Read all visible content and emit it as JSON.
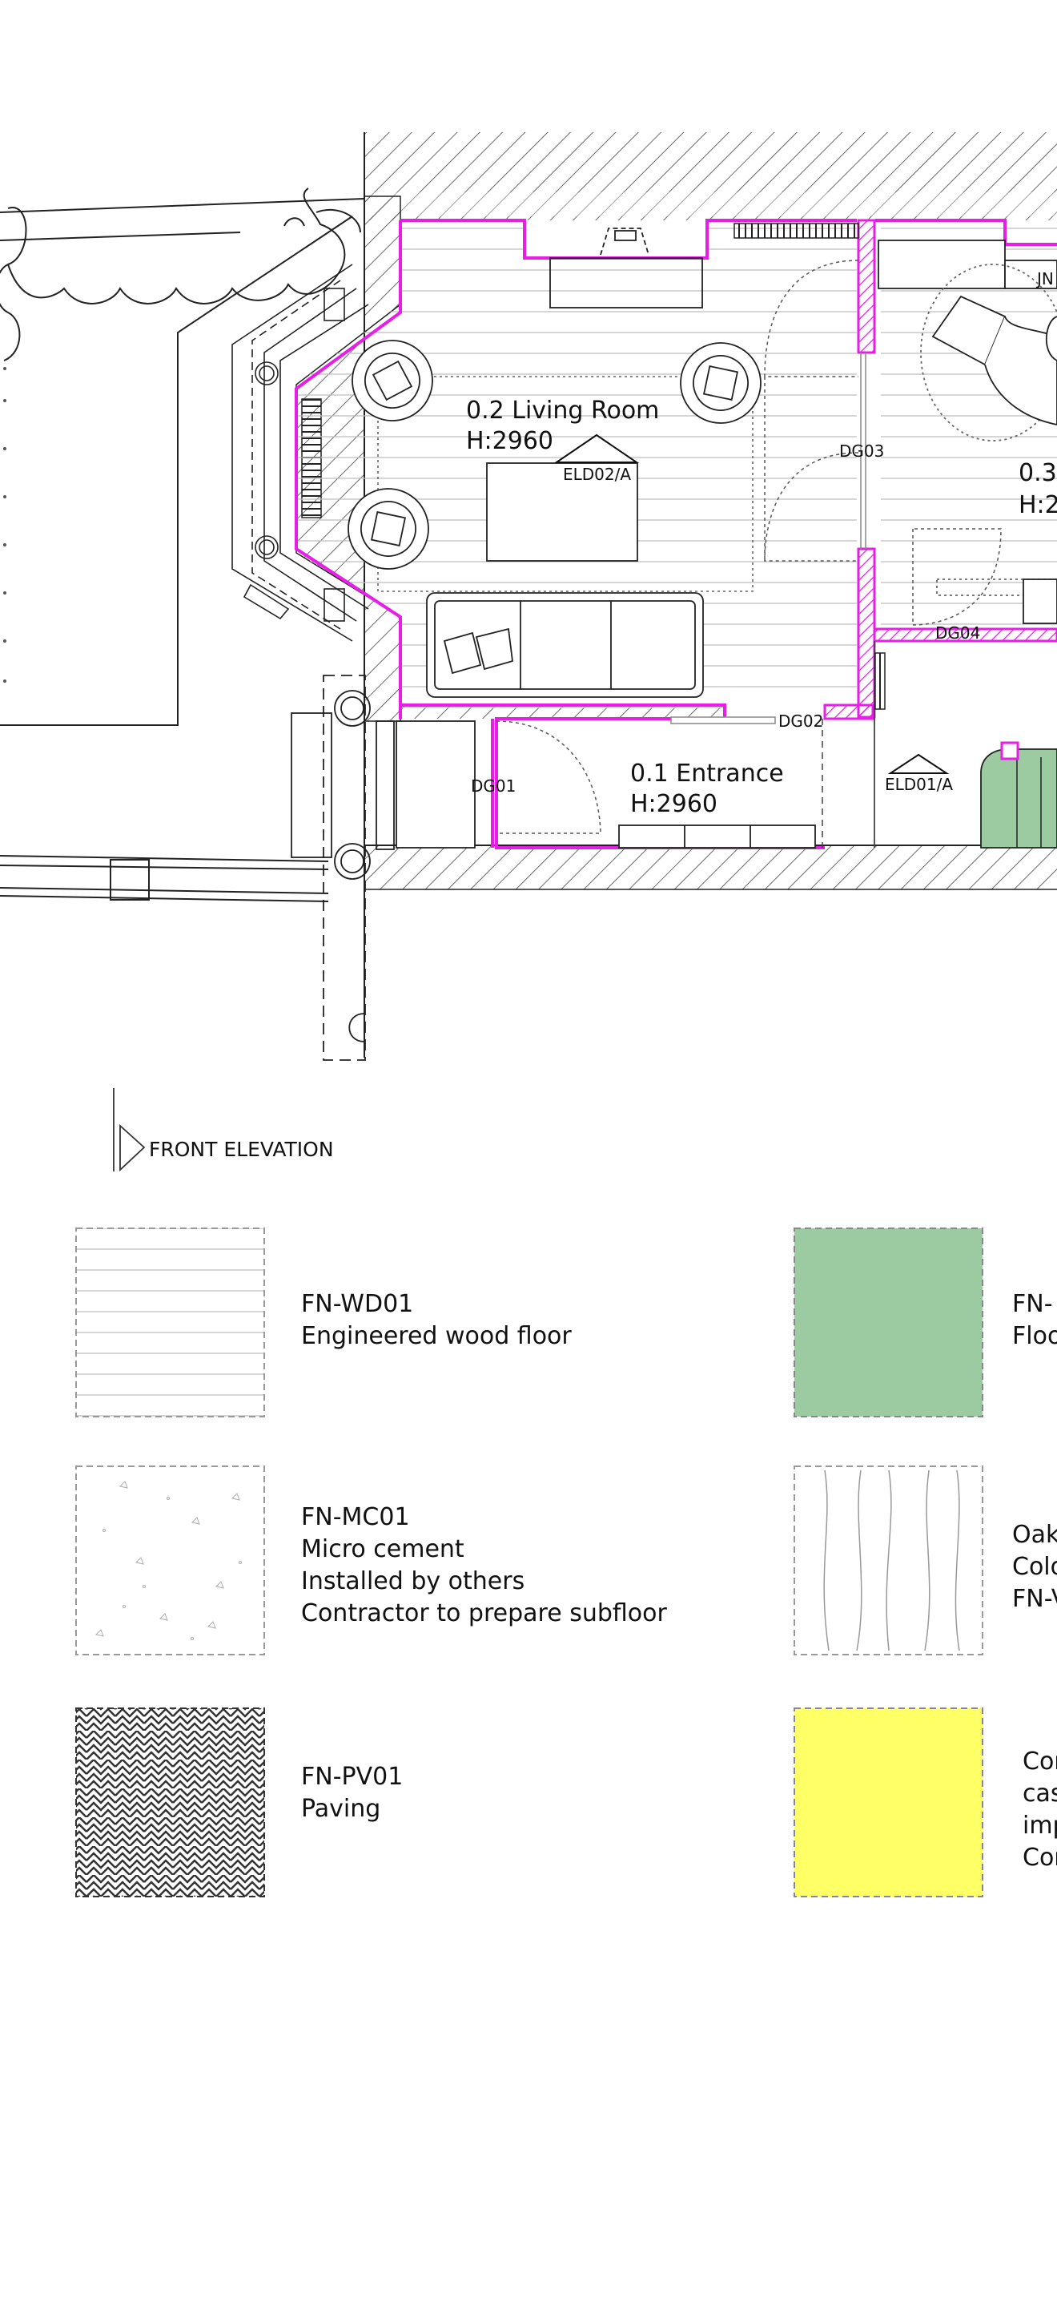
{
  "rooms": [
    {
      "name": "0.2 Living Room",
      "height": "H:2960"
    },
    {
      "name": "0.1 Entrance",
      "height": "H:2960"
    },
    {
      "name": "0.3",
      "height": "H:2"
    }
  ],
  "tags": {
    "eld_living": "ELD02/A",
    "eld_entrance": "ELD01/A",
    "dg03": "DG03",
    "dg02": "DG02",
    "dg04": "DG04",
    "dg01": "DG01",
    "jn": "JN"
  },
  "elevation_label": "FRONT ELEVATION",
  "legend": {
    "wd01": {
      "code": "FN-WD01",
      "desc": "Engineered wood floor"
    },
    "mc01": {
      "code": "FN-MC01",
      "line1": "Micro cement",
      "line2": "Installed by others",
      "line3": "Contractor to prepare subfloor"
    },
    "pv01": {
      "code": "FN-PV01",
      "desc": "Paving"
    },
    "green": {
      "code": "FN-",
      "desc": "Floo"
    },
    "oak": {
      "line1": "Oak",
      "line2": "Colo",
      "line3": "FN-V"
    },
    "yellow": {
      "line1": "Con",
      "line2": "cas",
      "line3": "imp",
      "line4": "Con"
    }
  },
  "colors": {
    "wall_outline": "#e61ee6",
    "green_finish": "#9ccba1",
    "yellow_finish": "#ffff66"
  }
}
